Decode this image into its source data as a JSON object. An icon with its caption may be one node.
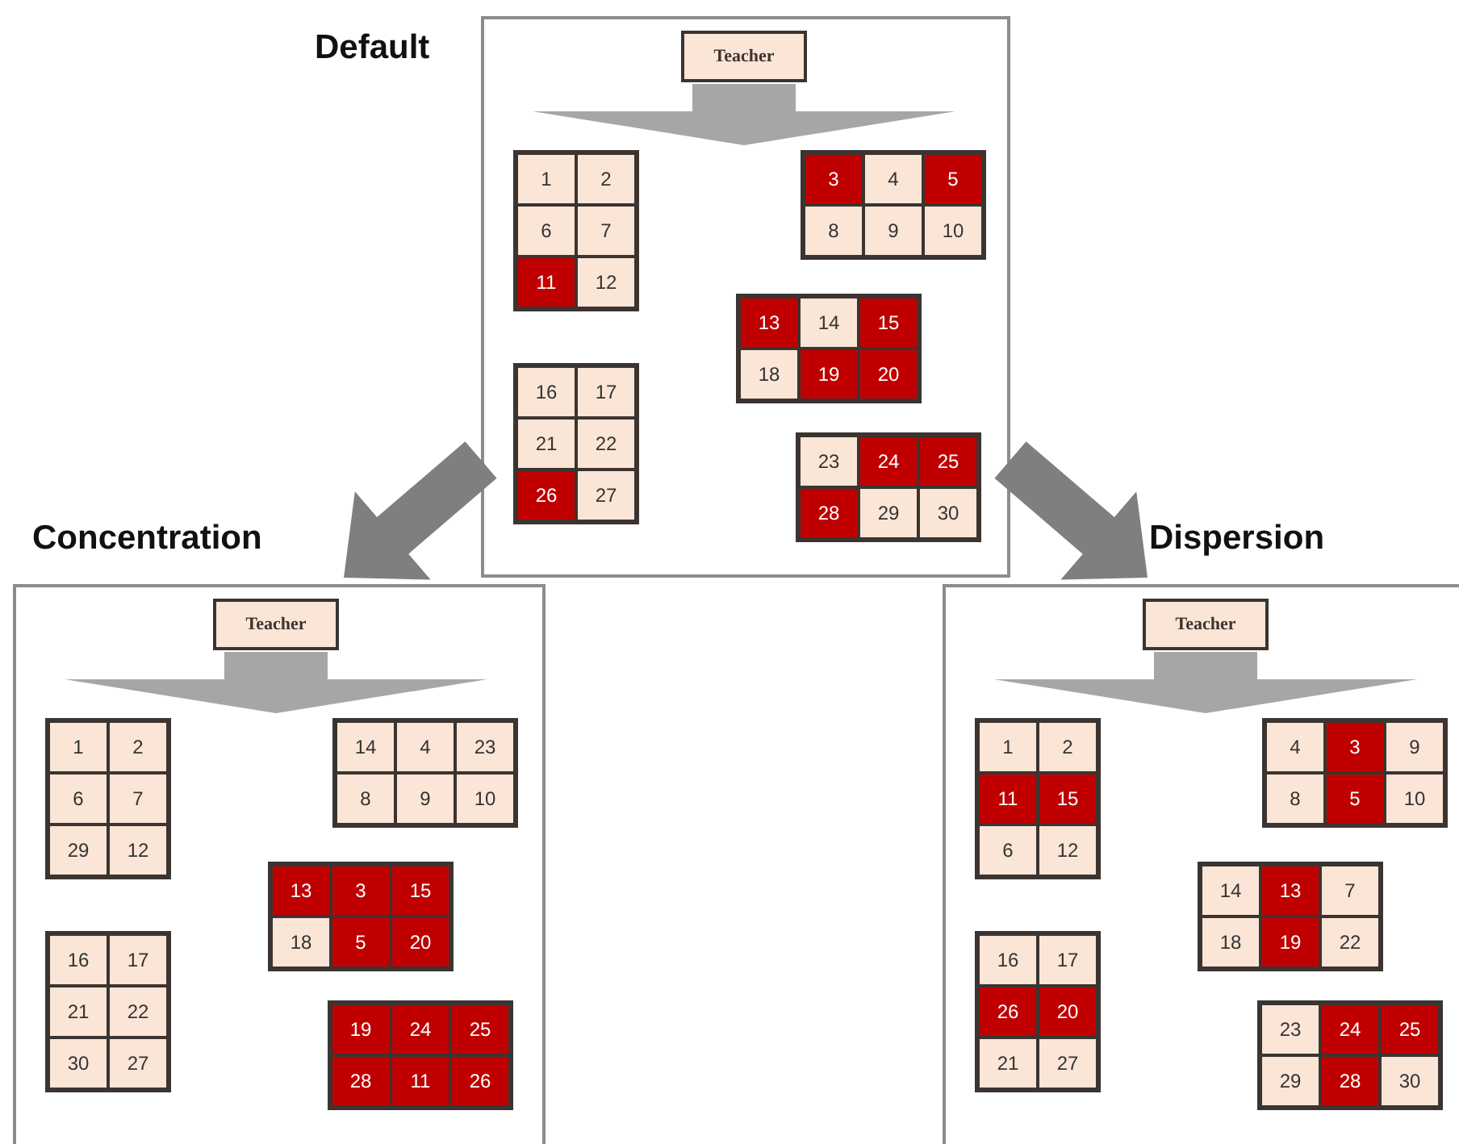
{
  "diagram": {
    "nodes": [
      {
        "text": [
          "Default"
        ]
      },
      {
        "text": [
          "Teacher"
        ],
        "in": 0
      },
      {
        "text": [],
        "shape": "box",
        "in": 0
      },
      {
        "text": [
          "1"
        ],
        "in": 2
      },
      {
        "text": [
          "2"
        ],
        "in": 2
      },
      {
        "text": [
          "6"
        ],
        "in": 2
      },
      {
        "text": [
          "7"
        ],
        "in": 2
      },
      {
        "text": [
          "11"
        ],
        "in": 2
      },
      {
        "text": [
          "12"
        ],
        "in": 2
      },
      {
        "text": [],
        "shape": "box",
        "in": 0
      },
      {
        "text": [
          "3"
        ],
        "in": 9
      },
      {
        "text": [
          "4"
        ],
        "in": 9
      },
      {
        "text": [
          "5"
        ],
        "in": 9
      },
      {
        "text": [
          "8"
        ],
        "in": 9
      },
      {
        "text": [
          "9"
        ],
        "in": 9
      },
      {
        "text": [
          "10"
        ],
        "in": 9
      },
      {
        "text": [],
        "shape": "box",
        "in": 0
      },
      {
        "text": [
          "13"
        ],
        "in": 16
      },
      {
        "text": [
          "14"
        ],
        "in": 16
      },
      {
        "text": [
          "15"
        ],
        "in": 16
      },
      {
        "text": [
          "18"
        ],
        "in": 16
      },
      {
        "text": [
          "19"
        ],
        "in": 16
      },
      {
        "text": [
          "20"
        ],
        "in": 16
      },
      {
        "text": [],
        "shape": "box",
        "in": 0
      },
      {
        "text": [
          "16"
        ],
        "in": 23
      },
      {
        "text": [
          "17"
        ],
        "in": 23
      },
      {
        "text": [
          "21"
        ],
        "in": 23
      },
      {
        "text": [
          "22"
        ],
        "in": 23
      },
      {
        "text": [
          "26"
        ],
        "in": 23
      },
      {
        "text": [
          "27"
        ],
        "in": 23
      },
      {
        "text": [],
        "shape": "box",
        "in": 0
      },
      {
        "text": [
          "23"
        ],
        "in": 30
      },
      {
        "text": [
          "24"
        ],
        "in": 30
      },
      {
        "text": [
          "25"
        ],
        "in": 30
      },
      {
        "text": [
          "28"
        ],
        "in": 30
      },
      {
        "text": [
          "29"
        ],
        "in": 30
      },
      {
        "text": [
          "30"
        ],
        "in": 30
      },
      {
        "text": [
          "Concentration"
        ]
      },
      {
        "text": [
          "Teacher"
        ],
        "in": 37
      },
      {
        "text": [],
        "shape": "box",
        "in": 37
      },
      {
        "text": [
          "1"
        ],
        "in": 39
      },
      {
        "text": [
          "2"
        ],
        "in": 39
      },
      {
        "text": [
          "6"
        ],
        "in": 39
      },
      {
        "text": [
          "7"
        ],
        "in": 39
      },
      {
        "text": [
          "29"
        ],
        "in": 39
      },
      {
        "text": [
          "12"
        ],
        "in": 39
      },
      {
        "text": [],
        "shape": "box",
        "in": 37
      },
      {
        "text": [
          "14"
        ],
        "in": 46
      },
      {
        "text": [
          "4"
        ],
        "in": 46
      },
      {
        "text": [
          "23"
        ],
        "in": 46
      },
      {
        "text": [
          "8"
        ],
        "in": 46
      },
      {
        "text": [
          "9"
        ],
        "in": 46
      },
      {
        "text": [
          "10"
        ],
        "in": 46
      },
      {
        "text": [],
        "shape": "box",
        "in": 37
      },
      {
        "text": [
          "13"
        ],
        "in": 53
      },
      {
        "text": [
          "3"
        ],
        "in": 53
      },
      {
        "text": [
          "15"
        ],
        "in": 53
      },
      {
        "text": [
          "18"
        ],
        "in": 53
      },
      {
        "text": [
          "5"
        ],
        "in": 53
      },
      {
        "text": [
          "20"
        ],
        "in": 53
      },
      {
        "text": [],
        "shape": "box",
        "in": 37
      },
      {
        "text": [
          "16"
        ],
        "in": 60
      },
      {
        "text": [
          "17"
        ],
        "in": 60
      },
      {
        "text": [
          "21"
        ],
        "in": 60
      },
      {
        "text": [
          "22"
        ],
        "in": 60
      },
      {
        "text": [
          "30"
        ],
        "in": 60
      },
      {
        "text": [
          "27"
        ],
        "in": 60
      },
      {
        "text": [],
        "shape": "box",
        "in": 37
      },
      {
        "text": [
          "19"
        ],
        "in": 67
      },
      {
        "text": [
          "24"
        ],
        "in": 67
      },
      {
        "text": [
          "25"
        ],
        "in": 67
      },
      {
        "text": [
          "28"
        ],
        "in": 67
      },
      {
        "text": [
          "11"
        ],
        "in": 67
      },
      {
        "text": [
          "26"
        ],
        "in": 67
      },
      {
        "text": [
          "Dispersion"
        ]
      },
      {
        "text": [
          "Teacher"
        ],
        "in": 74
      },
      {
        "text": [],
        "shape": "box",
        "in": 74
      },
      {
        "text": [
          "1"
        ],
        "in": 76
      },
      {
        "text": [
          "2"
        ],
        "in": 76
      },
      {
        "text": [
          "11"
        ],
        "in": 76
      },
      {
        "text": [
          "15"
        ],
        "in": 76
      },
      {
        "text": [
          "6"
        ],
        "in": 76
      },
      {
        "text": [
          "12"
        ],
        "in": 76
      },
      {
        "text": [],
        "shape": "box",
        "in": 74
      },
      {
        "text": [
          "4"
        ],
        "in": 83
      },
      {
        "text": [
          "3"
        ],
        "in": 83
      },
      {
        "text": [
          "9"
        ],
        "in": 83
      },
      {
        "text": [
          "8"
        ],
        "in": 83
      },
      {
        "text": [
          "5"
        ],
        "in": 83
      },
      {
        "text": [
          "10"
        ],
        "in": 83
      },
      {
        "text": [],
        "shape": "box",
        "in": 74
      },
      {
        "text": [
          "14"
        ],
        "in": 90
      },
      {
        "text": [
          "13"
        ],
        "in": 90
      },
      {
        "text": [
          "7"
        ],
        "in": 90
      },
      {
        "text": [
          "18"
        ],
        "in": 90
      },
      {
        "text": [
          "19"
        ],
        "in": 90
      },
      {
        "text": [
          "22"
        ],
        "in": 90
      },
      {
        "text": [],
        "shape": "box",
        "in": 74
      },
      {
        "text": [
          "16"
        ],
        "in": 97
      },
      {
        "text": [
          "17"
        ],
        "in": 97
      },
      {
        "text": [
          "26"
        ],
        "in": 97
      },
      {
        "text": [
          "20"
        ],
        "in": 97
      },
      {
        "text": [
          "21"
        ],
        "in": 97
      },
      {
        "text": [
          "27"
        ],
        "in": 97
      },
      {
        "text": [],
        "shape": "box",
        "in": 74
      },
      {
        "text": [
          "23"
        ],
        "in": 104
      },
      {
        "text": [
          "24"
        ],
        "in": 104
      },
      {
        "text": [
          "25"
        ],
        "in": 104
      },
      {
        "text": [
          "29"
        ],
        "in": 104
      },
      {
        "text": [
          "28"
        ],
        "in": 104
      },
      {
        "text": [
          "30"
        ],
        "in": 104
      }
    ],
    "edges": [
      {
        "from": 0,
        "to": 37,
        "arrow": "to",
        "style": "thick"
      },
      {
        "from": 0,
        "to": 74,
        "arrow": "to",
        "style": "thick"
      },
      {
        "from": 1,
        "to": null,
        "arrow": "to",
        "style": "thick",
        "color": "#a6a6a6"
      },
      {
        "from": 38,
        "to": null,
        "arrow": "to",
        "style": "thick",
        "color": "#a6a6a6"
      },
      {
        "from": 75,
        "to": null,
        "arrow": "to",
        "style": "thick",
        "color": "#a6a6a6"
      }
    ]
  }
}
